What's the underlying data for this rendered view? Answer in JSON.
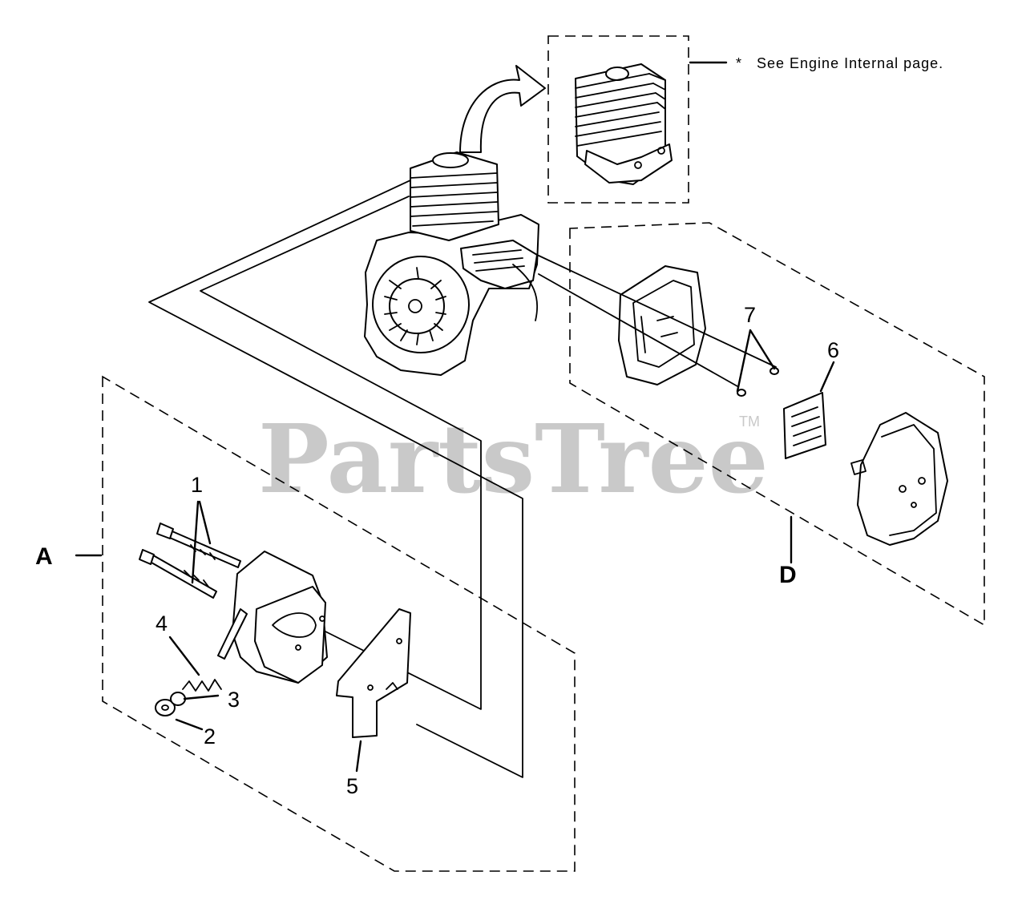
{
  "note": {
    "asterisk": "*",
    "text": "See Engine Internal page."
  },
  "callouts": [
    "1",
    "2",
    "3",
    "4",
    "5",
    "6",
    "7"
  ],
  "groups": [
    "A",
    "D"
  ],
  "watermark": {
    "brand": "PartsTree",
    "tm": "TM"
  }
}
